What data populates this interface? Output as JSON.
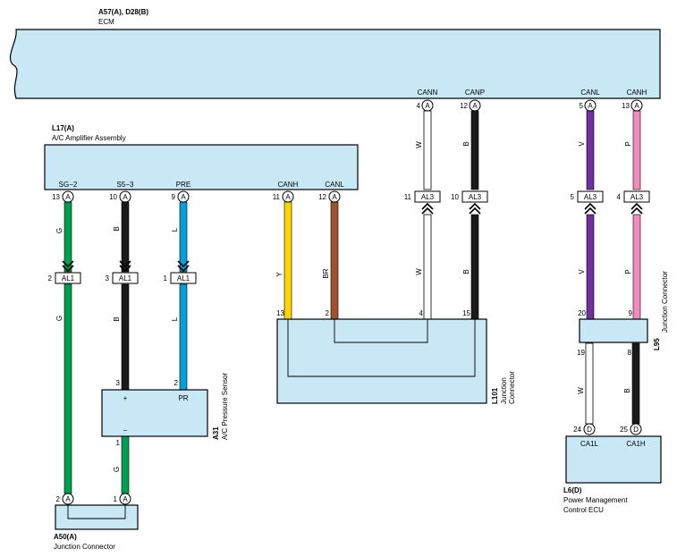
{
  "colors": {
    "box_fill": "#c9e8f6",
    "G": "#00a050",
    "B": "#1a1a1a",
    "L": "#00a0e0",
    "Y": "#ffd700",
    "BR": "#a0522d",
    "W": "#ffffff",
    "V": "#7030a0",
    "P": "#f08cc0"
  },
  "ecm": {
    "code": "A57(A), D28(B)",
    "name": "ECM"
  },
  "amp": {
    "code": "L17(A)",
    "name": "A/C Amplifier Assembly"
  },
  "sensor": {
    "code": "A31",
    "name": "A/C Pressure Sensor",
    "plus": "+",
    "minus": "−",
    "pr": "PR"
  },
  "l101": {
    "code": "L101",
    "name_line1": "Junction",
    "name_line2": "Connector"
  },
  "l95": {
    "code": "L95",
    "name": "Junction Connector"
  },
  "a50": {
    "code": "A50(A)",
    "name": "Junction Connector"
  },
  "l6": {
    "code": "L6(D)",
    "name_line1": "Power Management",
    "name_line2": "Control ECU",
    "ca1l": "CA1L",
    "ca1h": "CA1H"
  },
  "signals": {
    "sg2": "SG−2",
    "s53": "S5−3",
    "pre": "PRE",
    "amp_canh": "CANH",
    "amp_canl": "CANL",
    "ecm_cann": "CANN",
    "ecm_canp": "CANP",
    "ecm_canl": "CANL",
    "ecm_canh": "CANH"
  },
  "connectors": {
    "al1": "AL1",
    "al3": "AL3"
  },
  "circle_letters": {
    "a": "A",
    "d": "D"
  },
  "pins": {
    "sg2": "13",
    "s53": "10",
    "pre": "9",
    "amp_canh": "11",
    "amp_canl": "12",
    "ecm_cann": "4",
    "ecm_canp": "12",
    "ecm_canl": "5",
    "ecm_canh": "13",
    "al1_g": "2",
    "al1_b": "3",
    "al1_l": "1",
    "al3_w": "11",
    "al3_b": "10",
    "al3_v": "5",
    "al3_p": "4",
    "l101_13": "13",
    "l101_2": "2",
    "l101_4": "4",
    "l101_15": "15",
    "l95_20": "20",
    "l95_9": "9",
    "l95_19": "19",
    "l95_8": "8",
    "sensor_3": "3",
    "sensor_2": "2",
    "sensor_1": "1",
    "a50_2": "2",
    "a50_1": "1",
    "l6_24": "24",
    "l6_25": "25"
  },
  "wire_colors": {
    "g": "G",
    "b": "B",
    "l": "L",
    "y": "Y",
    "br": "BR",
    "w": "W",
    "v": "V",
    "p": "P"
  }
}
